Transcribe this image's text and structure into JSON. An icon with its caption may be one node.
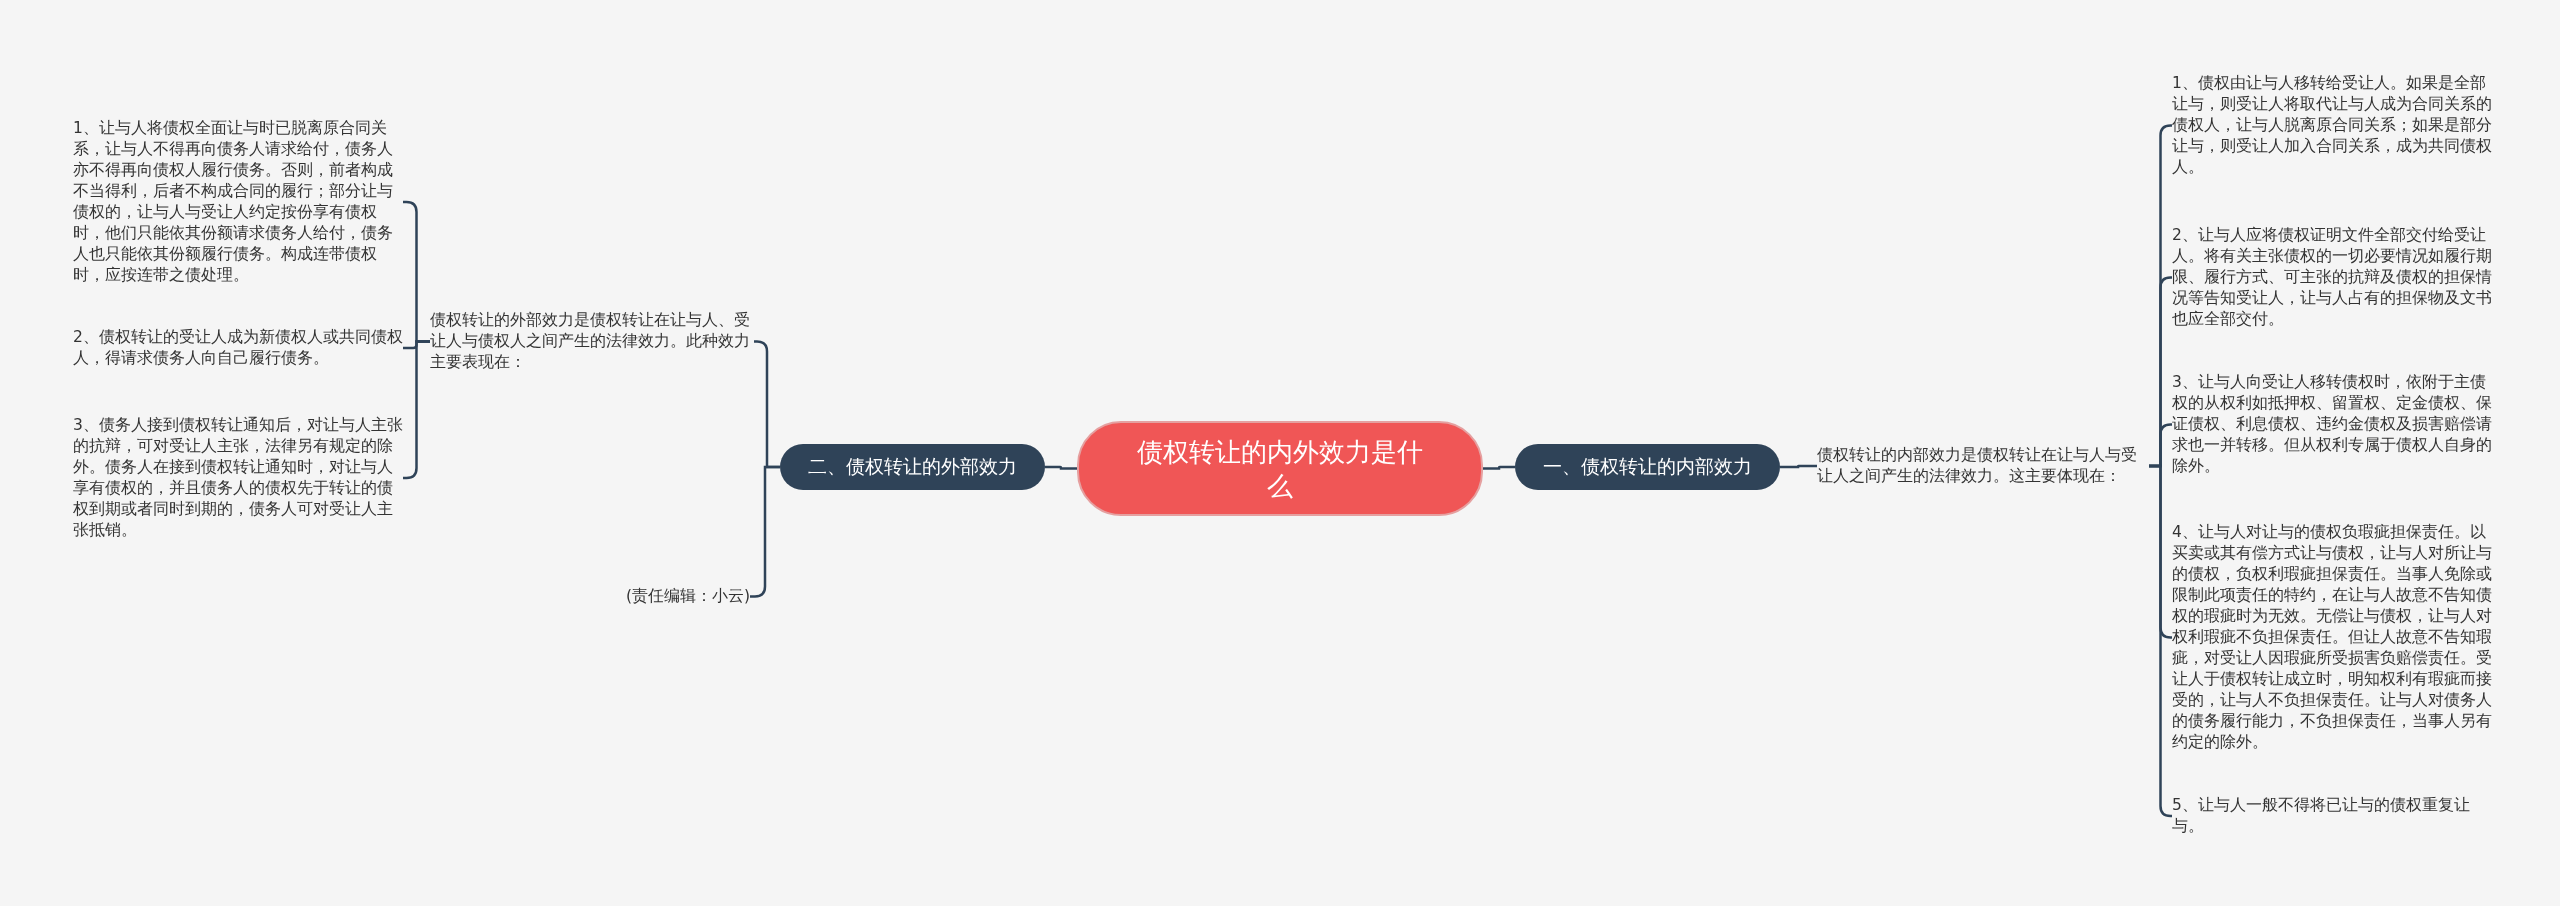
{
  "diagram": {
    "nodes": [
      {
        "text": [
          "债权转让的内外效力是什么"
        ]
      },
      {
        "text": [
          "一、债权转让的内部效力"
        ]
      },
      {
        "text": [
          "债权转让的内部效力是债权转让在让与人与受让人之间产生的法律效力。这主要体现在："
        ]
      },
      {
        "text": [
          "1、债权由让与人移转给受让人。如果是全部让与，则受让人将取代让与人成为合同关系的债权人，让与人脱离原合同关系；如果是部分让与，则受让人加入合同关系，成为共同债权人。"
        ]
      },
      {
        "text": [
          "2、让与人应将债权证明文件全部交付给受让人。将有关主张债权的一切必要情况如履行期限、履行方式、可主张的抗辩及债权的担保情况等告知受让人，让与人占有的担保物及文书也应全部交付。"
        ]
      },
      {
        "text": [
          "3、让与人向受让人移转债权时，依附于主债权的从权利如抵押权、留置权、定金债权、保证债权、利息债权、违约金债权及损害赔偿请求也一并转移。但从权利专属于债权人自身的除外。"
        ]
      },
      {
        "text": [
          "4、让与人对让与的债权负瑕疵担保责任。以买卖或其有偿方式让与债权，让与人对所让与的债权，负权利瑕疵担保责任。当事人免除或限制此项责任的特约，在让与人故意不告知债权的瑕疵时为无效。无偿让与债权，让与人对权利瑕疵不负担保责任。但让人故意不告知瑕疵，对受让人因瑕疵所受损害负赔偿责任。受让人于债权转让成立时，明知权利有瑕疵而接受的，让与人不负担保责任。让与人对债务人的债务履行能力，不负担保责任，当事人另有约定的除外。"
        ]
      },
      {
        "text": [
          "5、让与人一般不得将已让与的债权重复让与。"
        ]
      },
      {
        "text": [
          "二、债权转让的外部效力"
        ]
      },
      {
        "text": [
          "债权转让的外部效力是债权转让在让与人、受让人与债权人之间产生的法律效力。此种效力主要表现在："
        ]
      },
      {
        "text": [
          "(责任编辑：小云)"
        ]
      },
      {
        "text": [
          "1、让与人将债权全面让与时已脱离原合同关系，让与人不得再向债务人请求给付，债务人亦不得再向债权人履行债务。否则，前者构成不当得利，后者不构成合同的履行；部分让与债权的，让与人与受让人约定按份享有债权时，他们只能依其份额请求债务人给付，债务人也只能依其份额履行债务。构成连带债权时，应按连带之债处理。"
        ]
      },
      {
        "text": [
          "2、债权转让的受让人成为新债权人或共同债权人，得请求债务人向自己履行债务。"
        ]
      },
      {
        "text": [
          "3、债务人接到债权转让通知后，对让与人主张的抗辩，可对受让人主张，法律另有规定的除外。债务人在接到债权转让通知时，对让与人享有债权的，并且债务人的债权先于转让的债权到期或者同时到期的，债务人可对受让人主张抵销。"
        ]
      }
    ],
    "edges": [
      {
        "from": 0,
        "to": 1,
        "arrow": "none"
      },
      {
        "from": 1,
        "to": 2,
        "arrow": "none"
      },
      {
        "from": 2,
        "to": 3,
        "arrow": "none"
      },
      {
        "from": 2,
        "to": 4,
        "arrow": "none"
      },
      {
        "from": 2,
        "to": 5,
        "arrow": "none"
      },
      {
        "from": 2,
        "to": 6,
        "arrow": "none"
      },
      {
        "from": 2,
        "to": 7,
        "arrow": "none"
      },
      {
        "from": 0,
        "to": 8,
        "arrow": "none"
      },
      {
        "from": 8,
        "to": 9,
        "arrow": "none"
      },
      {
        "from": 8,
        "to": 10,
        "arrow": "none"
      },
      {
        "from": 9,
        "to": 11,
        "arrow": "none"
      },
      {
        "from": 9,
        "to": 12,
        "arrow": "none"
      },
      {
        "from": 9,
        "to": 13,
        "arrow": "none"
      }
    ]
  }
}
